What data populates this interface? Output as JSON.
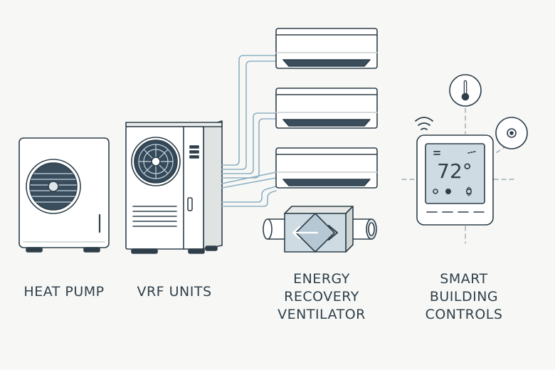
{
  "labels": {
    "heat_pump": "HEAT PUMP",
    "vrf_units": "VRF UNITS",
    "erv": [
      "ENERGY",
      "RECOVERY",
      "VENTILATOR"
    ],
    "controls": [
      "SMART",
      "BUILDING",
      "CONTROLS"
    ]
  },
  "thermostat": {
    "temperature": "72°"
  },
  "colors": {
    "line": "#2f3f4a",
    "pipe": "#8fb1c2",
    "fill_light": "#ffffff",
    "fill_grey": "#e4e7e5",
    "fill_blue": "#cfdbe3",
    "fan_blue": "#34495a"
  },
  "icons": [
    "fan-icon",
    "thermometer-icon",
    "wifi-icon",
    "sensor-icon",
    "arrow-left-icon",
    "arrow-right-icon"
  ]
}
